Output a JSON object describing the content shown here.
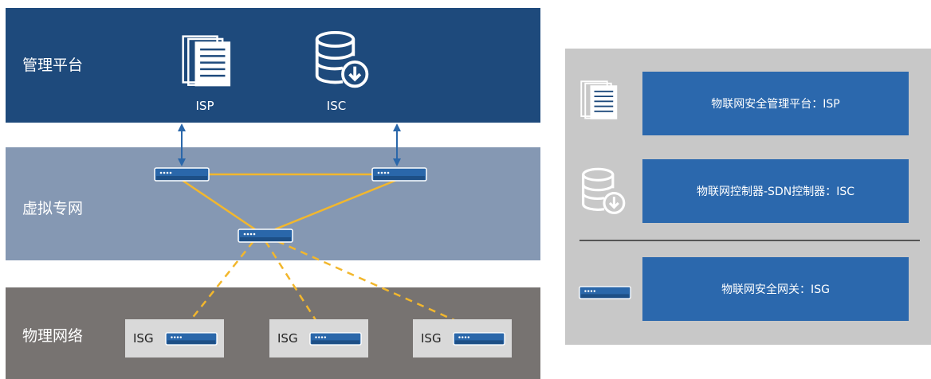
{
  "layers": {
    "management": {
      "label": "管理平台",
      "isp_caption": "ISP",
      "isc_caption": "ISC"
    },
    "vpn": {
      "label": "虚拟专网"
    },
    "physical": {
      "label": "物理网络",
      "isg_boxes": [
        "ISG",
        "ISG",
        "ISG"
      ]
    }
  },
  "legend": {
    "isp": "物联网安全管理平台：ISP",
    "isc": "物联网控制器-SDN控制器：ISC",
    "isg": "物联网安全网关：ISG"
  },
  "icons": [
    "document-stack-icon",
    "database-download-icon",
    "network-switch-icon"
  ],
  "colors": {
    "management": "#1e4a7c",
    "vpn": "#8598b3",
    "physical": "#777371",
    "link": "#f2b72d",
    "legend_box": "#2b68ad",
    "arrow": "#2a67aa"
  }
}
